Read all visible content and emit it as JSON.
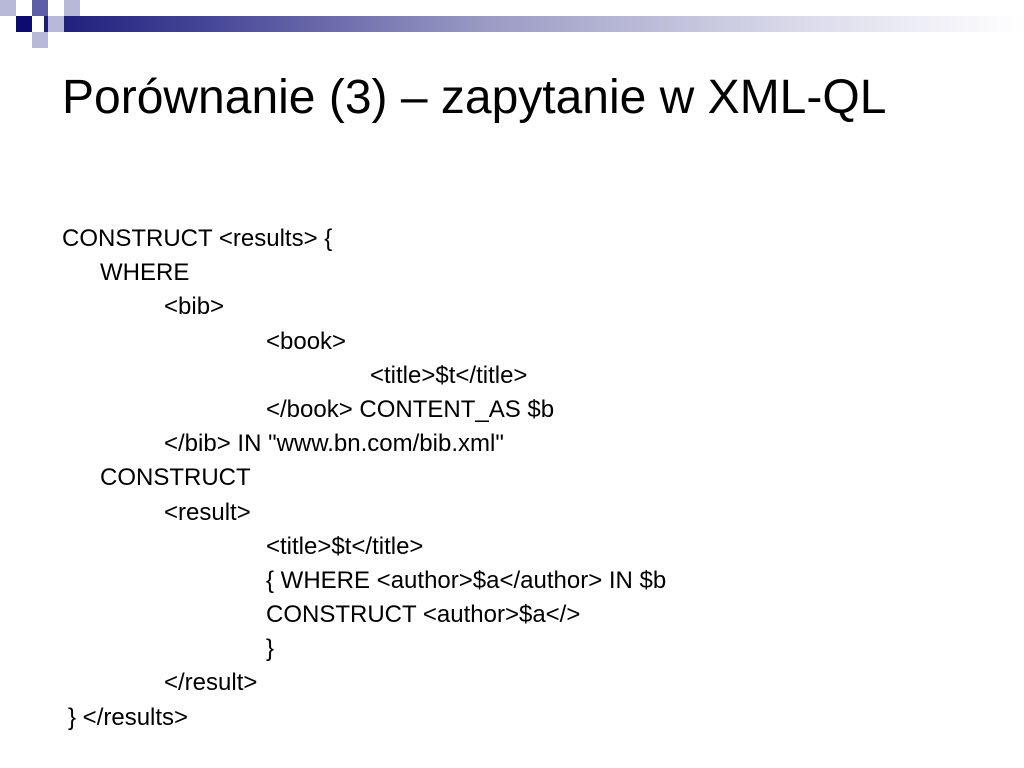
{
  "slide": {
    "title": "Porównanie (3) – zapytanie w XML-QL",
    "code_lines": [
      "CONSTRUCT <results> {",
      "WHERE",
      "<bib>",
      "<book>",
      "<title>$t</title>",
      "</book> CONTENT_AS $b",
      "</bib> IN \"www.bn.com/bib.xml\"",
      "CONSTRUCT",
      "<result>",
      "<title>$t</title>",
      "{ WHERE <author>$a</author> IN $b",
      "CONSTRUCT <author>$a</>",
      "}",
      "</result>",
      "} </results>"
    ]
  },
  "decoration": {
    "colors": {
      "navy": "#0c0c70",
      "mid": "#5e5ea6",
      "pale": "#b8b8d8",
      "band_start": "#1b1b7a"
    }
  }
}
